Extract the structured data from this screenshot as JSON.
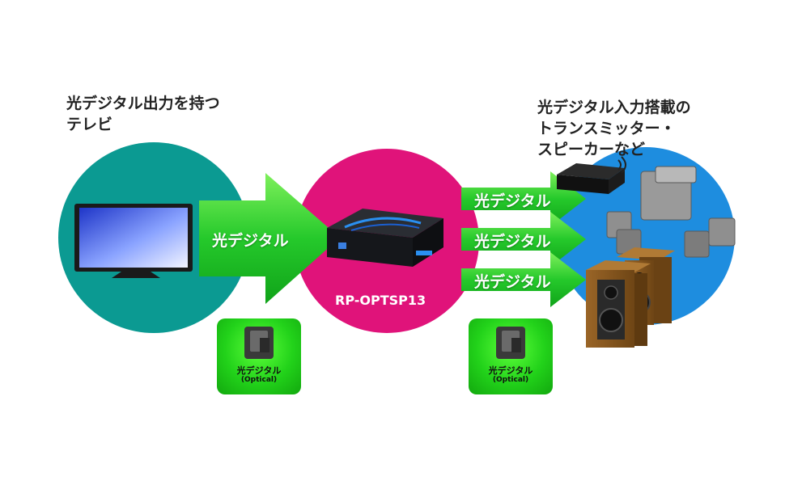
{
  "source": {
    "title": "光デジタル出力を持つ\nテレビ"
  },
  "target": {
    "title": "光デジタル入力搭載の\nトランスミッター・\nスピーカーなど"
  },
  "main_arrow": {
    "label": "光デジタル"
  },
  "device": {
    "model": "RP-OPTSP13"
  },
  "outputs": [
    {
      "label": "光デジタル"
    },
    {
      "label": "光デジタル"
    },
    {
      "label": "光デジタル"
    }
  ],
  "badges": [
    {
      "line1": "光デジタル",
      "line2": "(Optical)"
    },
    {
      "line1": "光デジタル",
      "line2": "(Optical)"
    }
  ],
  "colors": {
    "teal": "#0b9a92",
    "magenta": "#e0137a",
    "blue": "#1e8ddf",
    "green": "#22c32a"
  }
}
